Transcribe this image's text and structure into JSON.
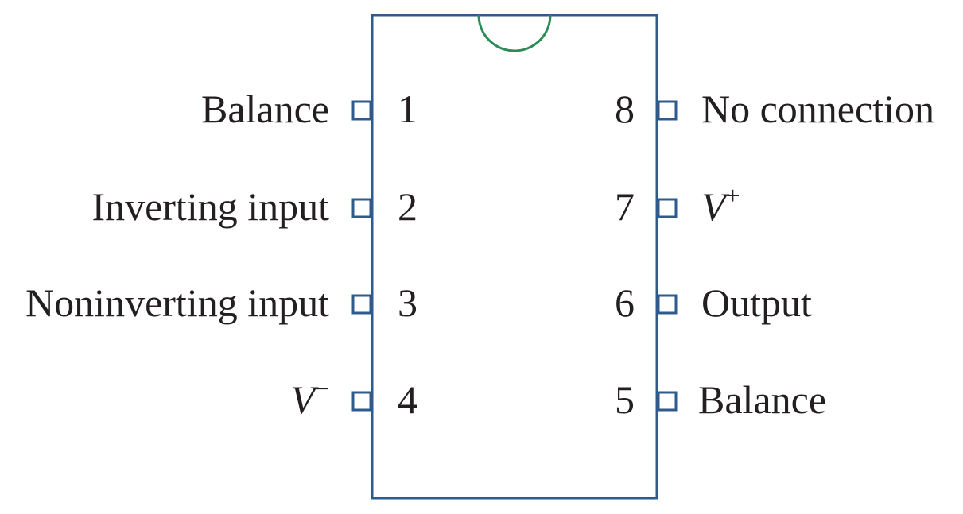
{
  "colors": {
    "package_outline": "#2e5a8c",
    "notch": "#2e8b57",
    "text": "#231f20",
    "background": "#ffffff"
  },
  "pins": {
    "left": [
      {
        "number": "1",
        "label": "Balance"
      },
      {
        "number": "2",
        "label": "Inverting input"
      },
      {
        "number": "3",
        "label": "Noninverting input"
      },
      {
        "number": "4",
        "label_main": "V",
        "label_sup": "−"
      }
    ],
    "right": [
      {
        "number": "8",
        "label": "No connection"
      },
      {
        "number": "7",
        "label_main": "V",
        "label_sup": "+"
      },
      {
        "number": "6",
        "label": "Output"
      },
      {
        "number": "5",
        "label": "Balance"
      }
    ]
  }
}
